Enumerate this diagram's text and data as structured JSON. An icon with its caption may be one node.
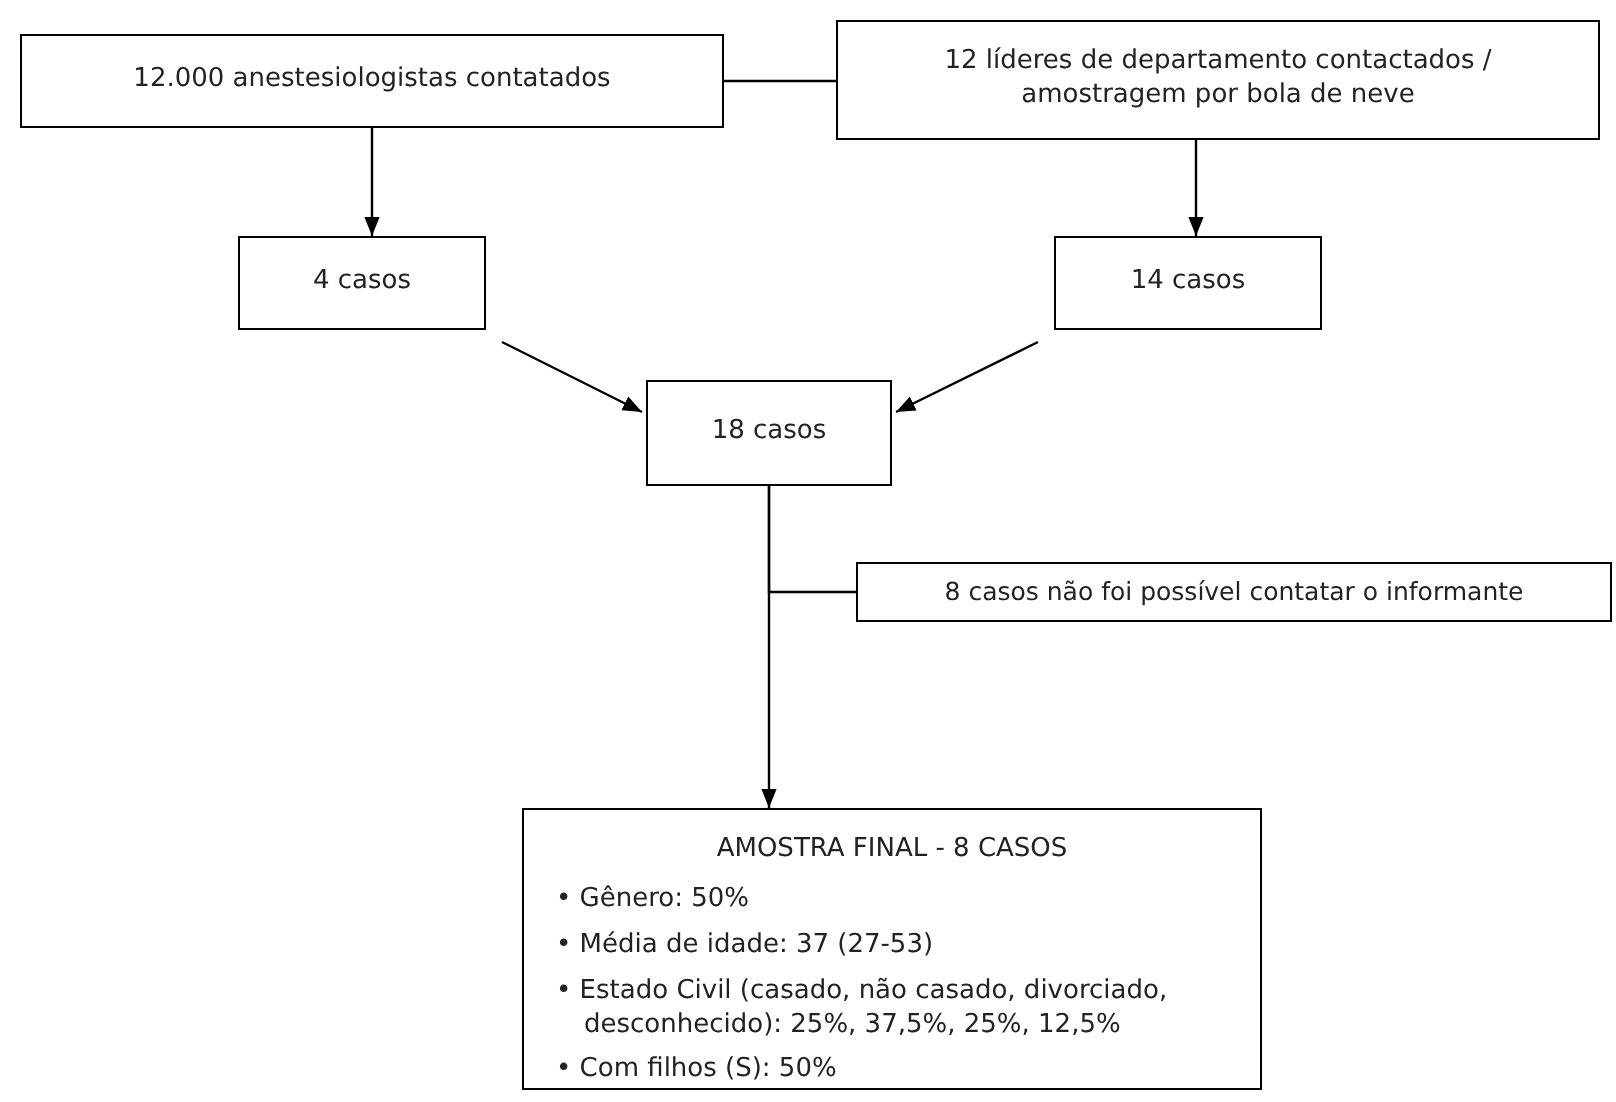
{
  "diagram": {
    "nodes": [
      {
        "text": [
          "12.000 anestesiologistas contatados"
        ]
      },
      {
        "text": [
          "12 líderes de departamento contactados / amostragem por bola de neve"
        ]
      },
      {
        "text": [
          "4 casos"
        ]
      },
      {
        "text": [
          "14 casos"
        ]
      },
      {
        "text": [
          "18 casos"
        ]
      },
      {
        "text": [
          "8 casos não foi possível contatar o informante"
        ]
      },
      {
        "text": [
          "AMOSTRA FINAL - 8 CASOS",
          "• Gênero: 50%",
          "• Média de idade: 37 (27-53)",
          "• Estado Civil (casado, não casado, divorciado, desconhecido): 25%, 37,5%, 25%, 12,5%",
          "• Com filhos (S): 50%"
        ]
      }
    ],
    "edges": [
      {
        "from": 0,
        "to": 1,
        "arrow": "none"
      },
      {
        "from": 0,
        "to": 2,
        "arrow": "to"
      },
      {
        "from": 1,
        "to": 3,
        "arrow": "to"
      },
      {
        "from": 2,
        "to": 4,
        "arrow": "to"
      },
      {
        "from": 3,
        "to": 4,
        "arrow": "to"
      },
      {
        "from": 4,
        "to": 6,
        "arrow": "to"
      },
      {
        "from": 4,
        "to": 5,
        "arrow": "none"
      }
    ]
  }
}
